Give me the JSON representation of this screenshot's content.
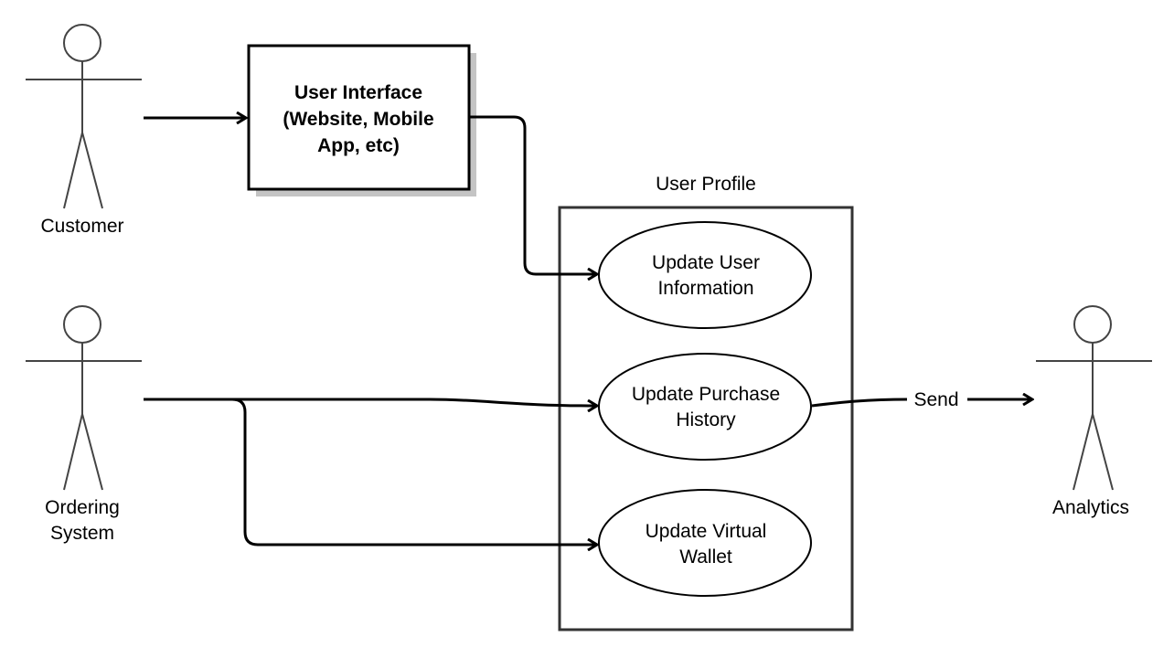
{
  "actors": {
    "customer": "Customer",
    "ordering_system": [
      "Ordering",
      "System"
    ],
    "analytics": "Analytics"
  },
  "interface_box": [
    "User Interface",
    "(Website, Mobile",
    "App, etc)"
  ],
  "boundary": {
    "title": "User Profile"
  },
  "use_cases": {
    "update_user_info": [
      "Update User",
      "Information"
    ],
    "update_purchase_history": [
      "Update Purchase",
      "History"
    ],
    "update_virtual_wallet": [
      "Update Virtual",
      "Wallet"
    ]
  },
  "edge_labels": {
    "send": "Send"
  }
}
